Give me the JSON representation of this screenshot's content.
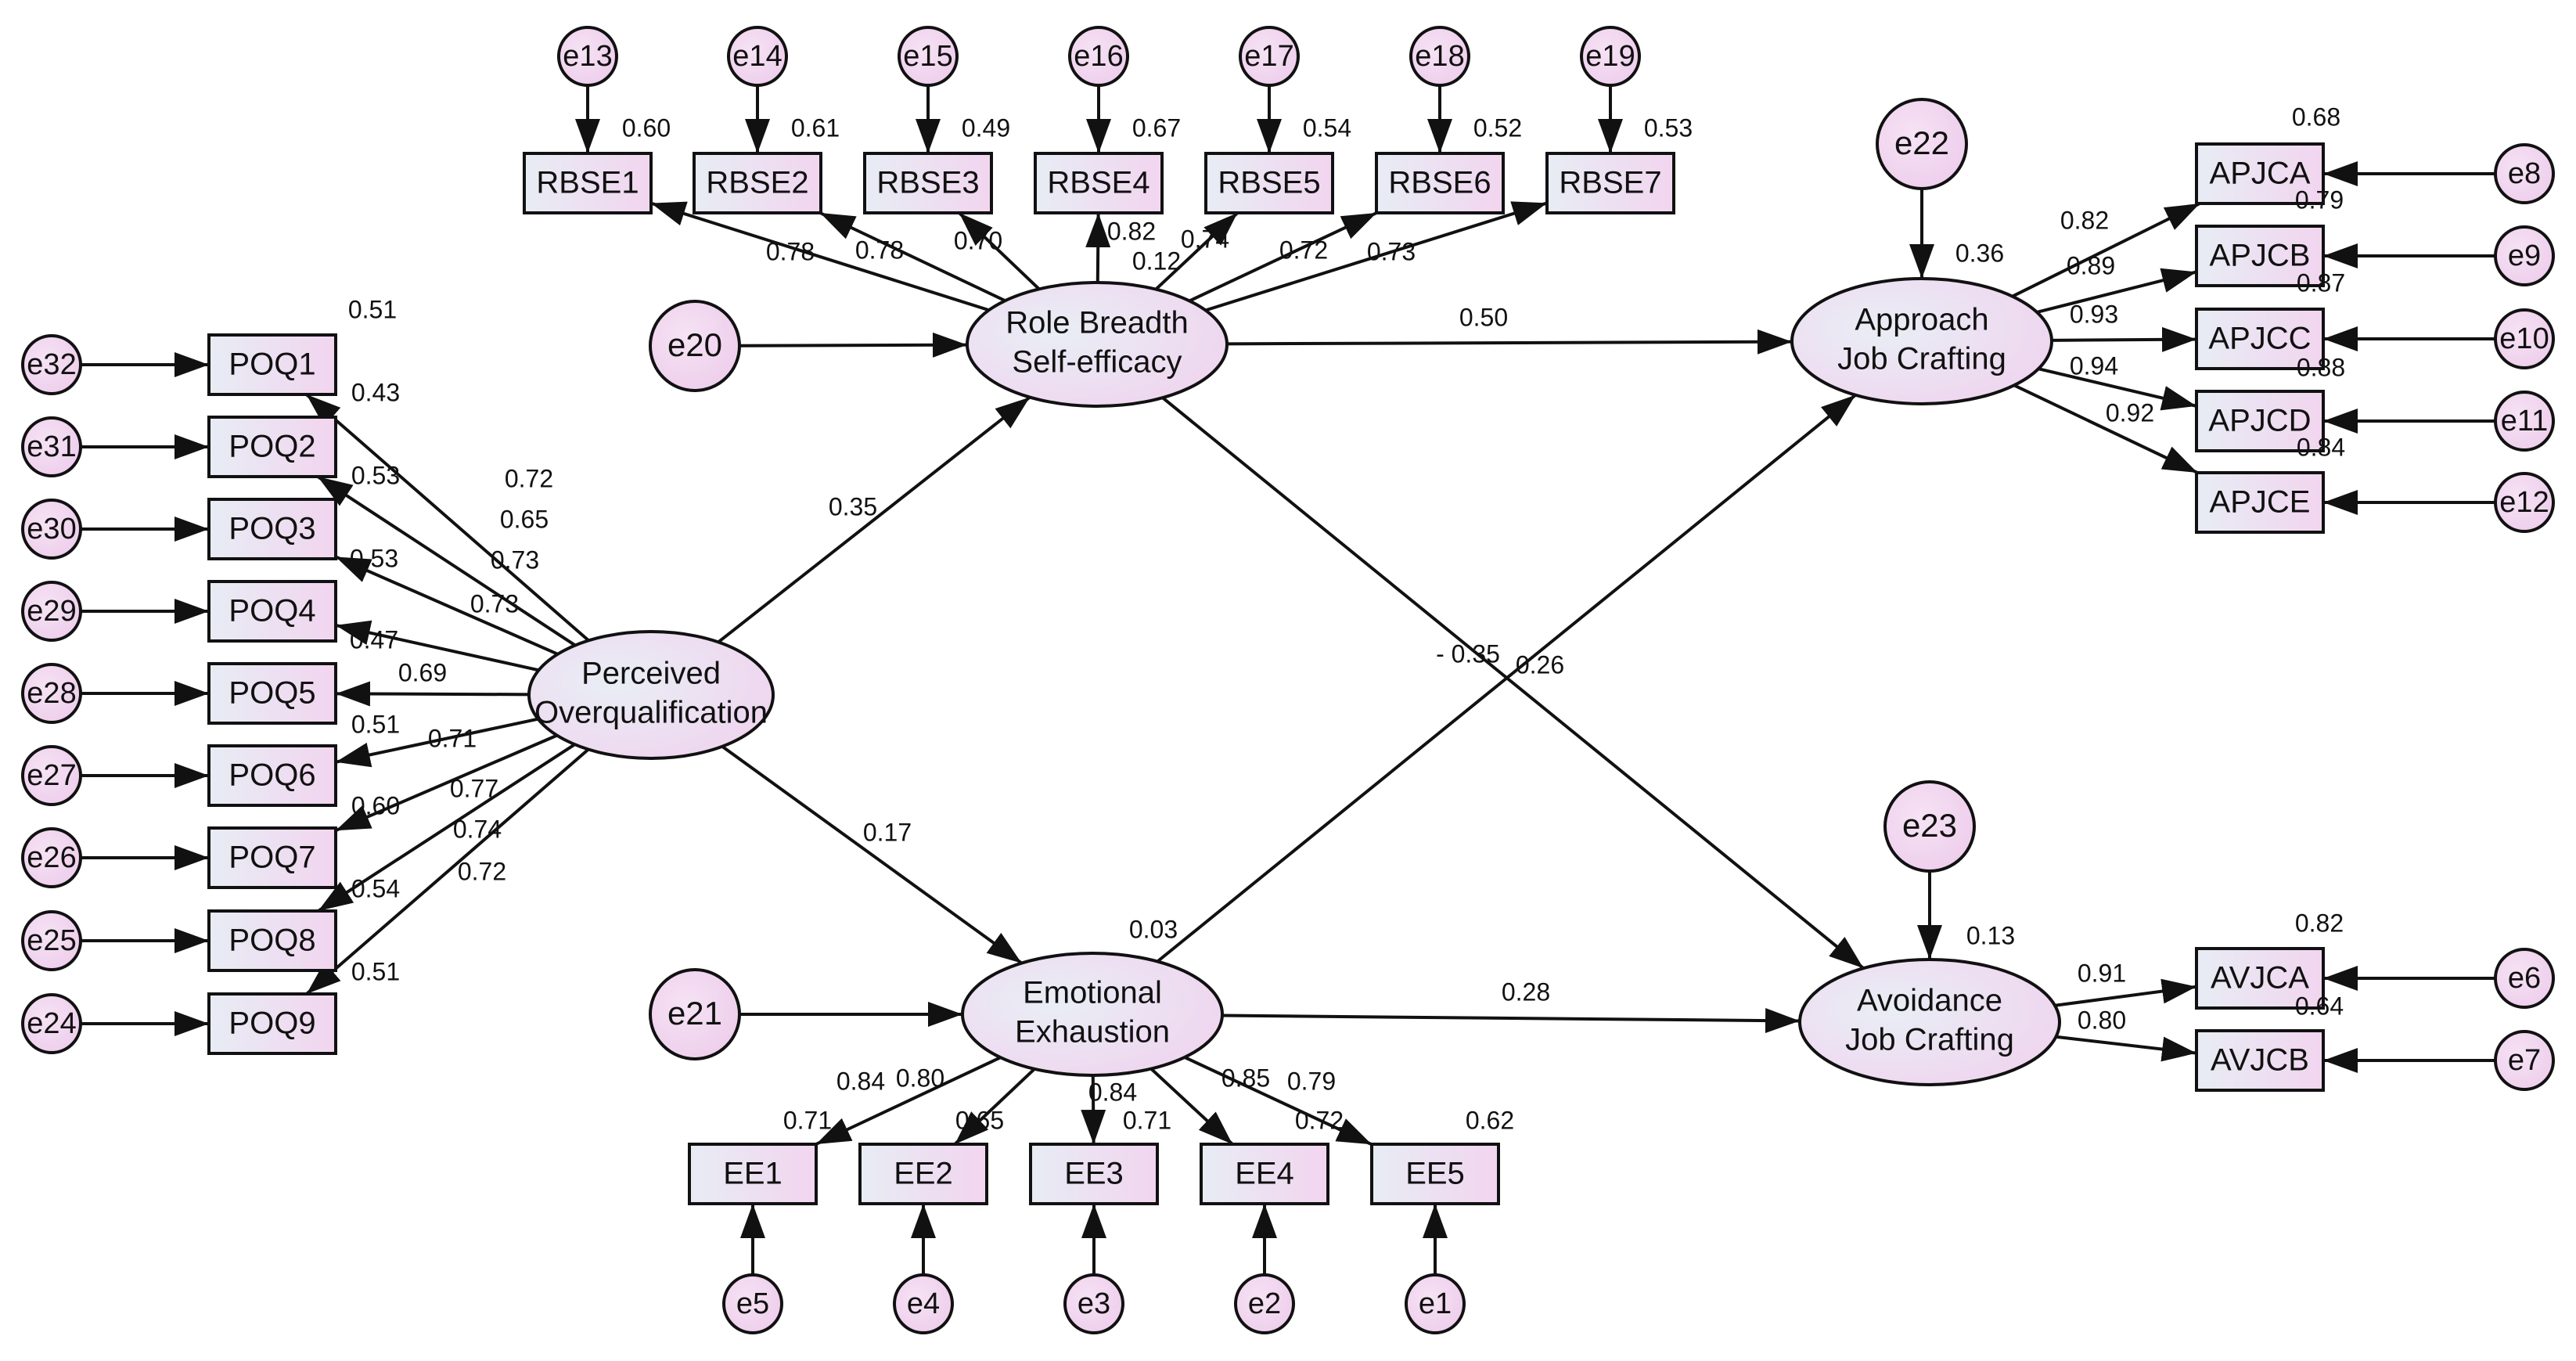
{
  "colors": {
    "stroke": "#111111",
    "fill_light": "#e6ecf3",
    "fill_accent": "#f1d6ef",
    "error_fill": "#f0d4ee"
  },
  "latents": [
    {
      "id": "pov",
      "lines": [
        "Perceived",
        "Overqualification"
      ]
    },
    {
      "id": "rbse",
      "lines": [
        "Role Breadth",
        "Self-efficacy"
      ]
    },
    {
      "id": "ee",
      "lines": [
        "Emotional",
        "Exhaustion"
      ]
    },
    {
      "id": "ajc",
      "lines": [
        "Approach",
        "Job Crafting"
      ]
    },
    {
      "id": "avjc",
      "lines": [
        "Avoidance",
        "Job Crafting"
      ]
    }
  ],
  "indicators": [
    {
      "id": "POQ1",
      "label": "POQ1"
    },
    {
      "id": "POQ2",
      "label": "POQ2"
    },
    {
      "id": "POQ3",
      "label": "POQ3"
    },
    {
      "id": "POQ4",
      "label": "POQ4"
    },
    {
      "id": "POQ5",
      "label": "POQ5"
    },
    {
      "id": "POQ6",
      "label": "POQ6"
    },
    {
      "id": "POQ7",
      "label": "POQ7"
    },
    {
      "id": "POQ8",
      "label": "POQ8"
    },
    {
      "id": "POQ9",
      "label": "POQ9"
    },
    {
      "id": "RBSE1",
      "label": "RBSE1"
    },
    {
      "id": "RBSE2",
      "label": "RBSE2"
    },
    {
      "id": "RBSE3",
      "label": "RBSE3"
    },
    {
      "id": "RBSE4",
      "label": "RBSE4"
    },
    {
      "id": "RBSE5",
      "label": "RBSE5"
    },
    {
      "id": "RBSE6",
      "label": "RBSE6"
    },
    {
      "id": "RBSE7",
      "label": "RBSE7"
    },
    {
      "id": "EE1",
      "label": "EE1"
    },
    {
      "id": "EE2",
      "label": "EE2"
    },
    {
      "id": "EE3",
      "label": "EE3"
    },
    {
      "id": "EE4",
      "label": "EE4"
    },
    {
      "id": "EE5",
      "label": "EE5"
    },
    {
      "id": "APJCA",
      "label": "APJCA"
    },
    {
      "id": "APJCB",
      "label": "APJCB"
    },
    {
      "id": "APJCC",
      "label": "APJCC"
    },
    {
      "id": "APJCD",
      "label": "APJCD"
    },
    {
      "id": "APJCE",
      "label": "APJCE"
    },
    {
      "id": "AVJCA",
      "label": "AVJCA"
    },
    {
      "id": "AVJCB",
      "label": "AVJCB"
    }
  ],
  "errors": [
    {
      "id": "e1",
      "label": "e1"
    },
    {
      "id": "e2",
      "label": "e2"
    },
    {
      "id": "e3",
      "label": "e3"
    },
    {
      "id": "e4",
      "label": "e4"
    },
    {
      "id": "e5",
      "label": "e5"
    },
    {
      "id": "e6",
      "label": "e6"
    },
    {
      "id": "e7",
      "label": "e7"
    },
    {
      "id": "e8",
      "label": "e8"
    },
    {
      "id": "e9",
      "label": "e9"
    },
    {
      "id": "e10",
      "label": "e10"
    },
    {
      "id": "e11",
      "label": "e11"
    },
    {
      "id": "e12",
      "label": "e12"
    },
    {
      "id": "e13",
      "label": "e13"
    },
    {
      "id": "e14",
      "label": "e14"
    },
    {
      "id": "e15",
      "label": "e15"
    },
    {
      "id": "e16",
      "label": "e16"
    },
    {
      "id": "e17",
      "label": "e17"
    },
    {
      "id": "e18",
      "label": "e18"
    },
    {
      "id": "e19",
      "label": "e19"
    },
    {
      "id": "e20",
      "label": "e20"
    },
    {
      "id": "e21",
      "label": "e21"
    },
    {
      "id": "e22",
      "label": "e22"
    },
    {
      "id": "e23",
      "label": "e23"
    },
    {
      "id": "e24",
      "label": "e24"
    },
    {
      "id": "e25",
      "label": "e25"
    },
    {
      "id": "e26",
      "label": "e26"
    },
    {
      "id": "e27",
      "label": "e27"
    },
    {
      "id": "e28",
      "label": "e28"
    },
    {
      "id": "e29",
      "label": "e29"
    },
    {
      "id": "e30",
      "label": "e30"
    },
    {
      "id": "e31",
      "label": "e31"
    },
    {
      "id": "e32",
      "label": "e32"
    }
  ],
  "paths": [
    {
      "from": "pov",
      "to": "rbse",
      "label": "0.35"
    },
    {
      "from": "pov",
      "to": "ee",
      "label": "0.17"
    },
    {
      "from": "rbse",
      "to": "ajc",
      "label": "0.50"
    },
    {
      "from": "rbse",
      "to": "avjc",
      "label": "- 0.35"
    },
    {
      "from": "ee",
      "to": "ajc",
      "label": "0.26"
    },
    {
      "from": "ee",
      "to": "avjc",
      "label": "0.28"
    }
  ],
  "loadings": [
    {
      "from": "pov",
      "to": "POQ1",
      "label": "0.72"
    },
    {
      "from": "pov",
      "to": "POQ2",
      "label": "0.65"
    },
    {
      "from": "pov",
      "to": "POQ3",
      "label": "0.73"
    },
    {
      "from": "pov",
      "to": "POQ4",
      "label": "0.73"
    },
    {
      "from": "pov",
      "to": "POQ5",
      "label": "0.69"
    },
    {
      "from": "pov",
      "to": "POQ6",
      "label": "0.71"
    },
    {
      "from": "pov",
      "to": "POQ7",
      "label": "0.77"
    },
    {
      "from": "pov",
      "to": "POQ8",
      "label": "0.74"
    },
    {
      "from": "pov",
      "to": "POQ9",
      "label": "0.72"
    },
    {
      "from": "rbse",
      "to": "RBSE1",
      "label": "0.78"
    },
    {
      "from": "rbse",
      "to": "RBSE2",
      "label": "0.78"
    },
    {
      "from": "rbse",
      "to": "RBSE3",
      "label": "0.70"
    },
    {
      "from": "rbse",
      "to": "RBSE4",
      "label": "0.82"
    },
    {
      "from": "rbse",
      "to": "RBSE5",
      "label": "0.74"
    },
    {
      "from": "rbse",
      "to": "RBSE6",
      "label": "0.72"
    },
    {
      "from": "rbse",
      "to": "RBSE7",
      "label": "0.73"
    },
    {
      "from": "ee",
      "to": "EE1",
      "label": "0.84"
    },
    {
      "from": "ee",
      "to": "EE2",
      "label": "0.80"
    },
    {
      "from": "ee",
      "to": "EE3",
      "label": "0.84"
    },
    {
      "from": "ee",
      "to": "EE4",
      "label": "0.85"
    },
    {
      "from": "ee",
      "to": "EE5",
      "label": "0.79"
    },
    {
      "from": "ajc",
      "to": "APJCA",
      "label": "0.82"
    },
    {
      "from": "ajc",
      "to": "APJCB",
      "label": "0.89"
    },
    {
      "from": "ajc",
      "to": "APJCC",
      "label": "0.93"
    },
    {
      "from": "ajc",
      "to": "APJCD",
      "label": "0.94"
    },
    {
      "from": "ajc",
      "to": "APJCE",
      "label": "0.92"
    },
    {
      "from": "avjc",
      "to": "AVJCA",
      "label": "0.91"
    },
    {
      "from": "avjc",
      "to": "AVJCB",
      "label": "0.80"
    }
  ],
  "error_links": [
    {
      "from": "e32",
      "to": "POQ1"
    },
    {
      "from": "e31",
      "to": "POQ2"
    },
    {
      "from": "e30",
      "to": "POQ3"
    },
    {
      "from": "e29",
      "to": "POQ4"
    },
    {
      "from": "e28",
      "to": "POQ5"
    },
    {
      "from": "e27",
      "to": "POQ6"
    },
    {
      "from": "e26",
      "to": "POQ7"
    },
    {
      "from": "e25",
      "to": "POQ8"
    },
    {
      "from": "e24",
      "to": "POQ9"
    },
    {
      "from": "e13",
      "to": "RBSE1"
    },
    {
      "from": "e14",
      "to": "RBSE2"
    },
    {
      "from": "e15",
      "to": "RBSE3"
    },
    {
      "from": "e16",
      "to": "RBSE4"
    },
    {
      "from": "e17",
      "to": "RBSE5"
    },
    {
      "from": "e18",
      "to": "RBSE6"
    },
    {
      "from": "e19",
      "to": "RBSE7"
    },
    {
      "from": "e5",
      "to": "EE1"
    },
    {
      "from": "e4",
      "to": "EE2"
    },
    {
      "from": "e3",
      "to": "EE3"
    },
    {
      "from": "e2",
      "to": "EE4"
    },
    {
      "from": "e1",
      "to": "EE5"
    },
    {
      "from": "e8",
      "to": "APJCA"
    },
    {
      "from": "e9",
      "to": "APJCB"
    },
    {
      "from": "e10",
      "to": "APJCC"
    },
    {
      "from": "e11",
      "to": "APJCD"
    },
    {
      "from": "e12",
      "to": "APJCE"
    },
    {
      "from": "e6",
      "to": "AVJCA"
    },
    {
      "from": "e7",
      "to": "AVJCB"
    },
    {
      "from": "e20",
      "to": "rbse"
    },
    {
      "from": "e21",
      "to": "ee"
    },
    {
      "from": "e22",
      "to": "ajc"
    },
    {
      "from": "e23",
      "to": "avjc"
    }
  ],
  "r_squared": [
    {
      "node": "POQ1",
      "label": "0.51"
    },
    {
      "node": "POQ2",
      "label": "0.43"
    },
    {
      "node": "POQ3",
      "label": "0.53"
    },
    {
      "node": "POQ4",
      "label": "0.53"
    },
    {
      "node": "POQ5",
      "label": "0.47"
    },
    {
      "node": "POQ6",
      "label": "0.51"
    },
    {
      "node": "POQ7",
      "label": "0.60"
    },
    {
      "node": "POQ8",
      "label": "0.54"
    },
    {
      "node": "POQ9",
      "label": "0.51"
    },
    {
      "node": "RBSE1",
      "label": "0.60"
    },
    {
      "node": "RBSE2",
      "label": "0.61"
    },
    {
      "node": "RBSE3",
      "label": "0.49"
    },
    {
      "node": "RBSE4",
      "label": "0.67"
    },
    {
      "node": "RBSE5",
      "label": "0.54"
    },
    {
      "node": "RBSE6",
      "label": "0.52"
    },
    {
      "node": "RBSE7",
      "label": "0.53"
    },
    {
      "node": "EE1",
      "label": "0.71"
    },
    {
      "node": "EE2",
      "label": "0.65"
    },
    {
      "node": "EE3",
      "label": "0.71"
    },
    {
      "node": "EE4",
      "label": "0.72"
    },
    {
      "node": "EE5",
      "label": "0.62"
    },
    {
      "node": "APJCA",
      "label": "0.68"
    },
    {
      "node": "APJCB",
      "label": "0.79"
    },
    {
      "node": "APJCC",
      "label": "0.87"
    },
    {
      "node": "APJCD",
      "label": "0.88"
    },
    {
      "node": "APJCE",
      "label": "0.84"
    },
    {
      "node": "AVJCA",
      "label": "0.82"
    },
    {
      "node": "AVJCB",
      "label": "0.64"
    },
    {
      "node": "rbse",
      "label": "0.12"
    },
    {
      "node": "ee",
      "label": "0.03"
    },
    {
      "node": "ajc",
      "label": "0.36"
    },
    {
      "node": "avjc",
      "label": "0.13"
    }
  ]
}
